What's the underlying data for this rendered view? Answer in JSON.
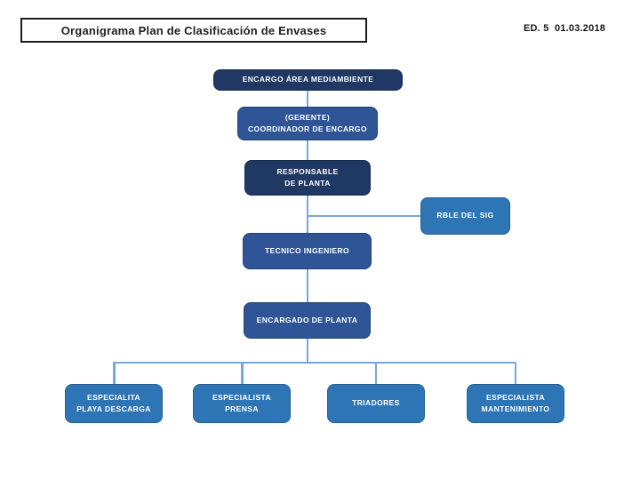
{
  "header": {
    "title": "Organigrama Plan de Clasificación de Envases",
    "edition": "ED. 5  01.03.2018"
  },
  "colors": {
    "dark_navy": "#1F3864",
    "medium_blue": "#2F5597",
    "light_blue": "#2E75B6",
    "connector": "#7CA6D8",
    "title_border": "#1c1c1c",
    "text_on_node": "#FFFFFF"
  },
  "chart_data": {
    "type": "org-chart",
    "title": "Organigrama Plan de Clasificación de Envases",
    "nodes": [
      {
        "id": "area",
        "label": "ENCARGO ÁREA MEDIAMBIENTE",
        "reports_to": null,
        "color_role": "dark_navy"
      },
      {
        "id": "gerente",
        "label": "(GERENTE)\nCOORDINADOR DE ENCARGO",
        "reports_to": "area",
        "color_role": "medium_blue"
      },
      {
        "id": "responsable",
        "label": "RESPONSABLE\nDE PLANTA",
        "reports_to": "gerente",
        "color_role": "dark_navy"
      },
      {
        "id": "rble_sig",
        "label": "RBLE DEL SIG",
        "reports_to": "responsable",
        "color_role": "light_blue"
      },
      {
        "id": "tecnico",
        "label": "TECNICO INGENIERO",
        "reports_to": "responsable",
        "color_role": "medium_blue"
      },
      {
        "id": "encargado",
        "label": "ENCARGADO DE PLANTA",
        "reports_to": "tecnico",
        "color_role": "medium_blue"
      },
      {
        "id": "esp_playa",
        "label": "ESPECIALITA\nPLAYA DESCARGA",
        "reports_to": "encargado",
        "color_role": "light_blue"
      },
      {
        "id": "esp_prensa",
        "label": "ESPECIALISTA\nPRENSA",
        "reports_to": "encargado",
        "color_role": "light_blue"
      },
      {
        "id": "triadores",
        "label": "TRIADORES",
        "reports_to": "encargado",
        "color_role": "light_blue"
      },
      {
        "id": "esp_mant",
        "label": "ESPECIALISTA\nMANTENIMIENTO",
        "reports_to": "encargado",
        "color_role": "light_blue"
      }
    ]
  }
}
